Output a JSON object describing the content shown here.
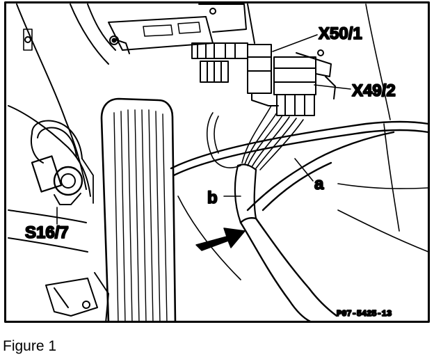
{
  "labels": {
    "x50": "X50/1",
    "x49": "X49/2",
    "a": "a",
    "b": "b",
    "s16": "S16/7"
  },
  "reference_code": "P07-5425-13",
  "caption": "Figure 1"
}
